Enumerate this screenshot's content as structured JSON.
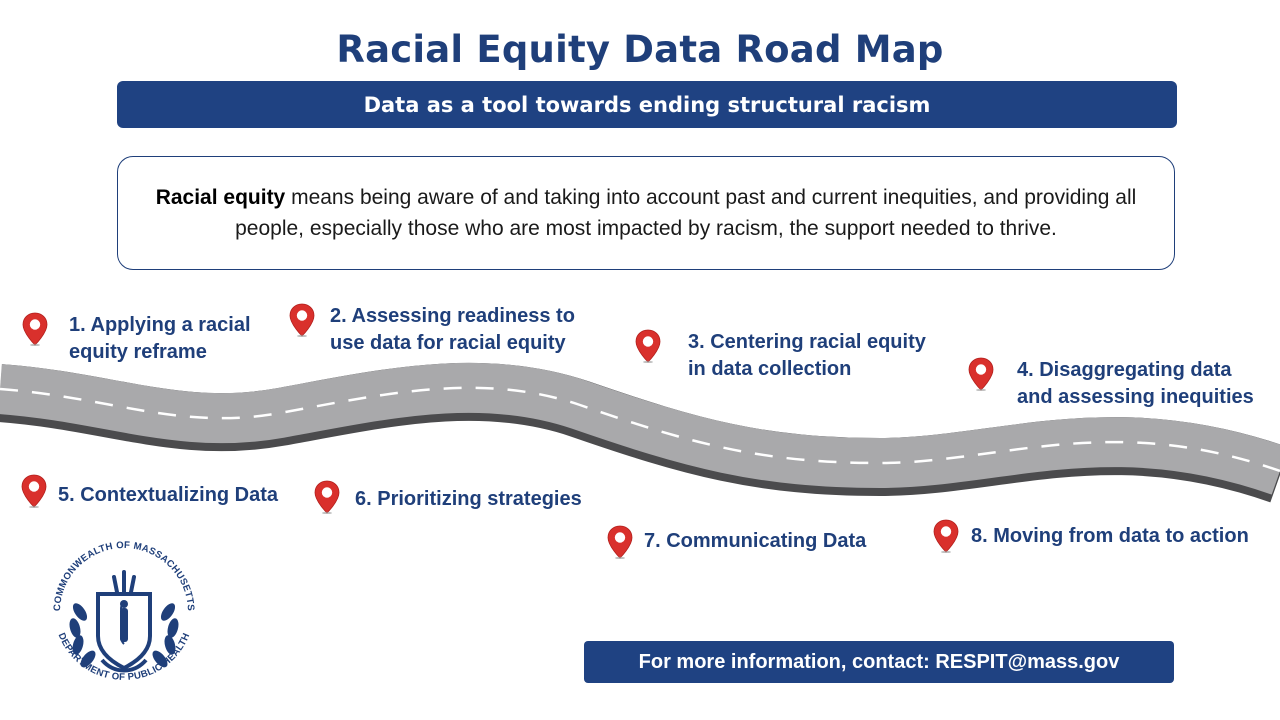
{
  "header": {
    "title": "Racial Equity Data Road Map",
    "subtitle": "Data as a tool towards ending structural racism"
  },
  "definition": {
    "term": "Racial equity",
    "text": " means being aware of and taking into account past and current inequities, and providing all people, especially those who are most impacted by racism, the support needed to thrive."
  },
  "steps": [
    {
      "line1": "1. Applying a racial",
      "line2": "equity reframe"
    },
    {
      "line1": "2. Assessing readiness to",
      "line2": "use data for racial equity"
    },
    {
      "line1": "3. Centering racial equity",
      "line2": "in data collection"
    },
    {
      "line1": "4. Disaggregating data",
      "line2": "and assessing inequities"
    },
    {
      "line1": "5. Contextualizing Data"
    },
    {
      "line1": "6. Prioritizing strategies"
    },
    {
      "line1": "7. Communicating Data"
    },
    {
      "line1": "8. Moving from data to action"
    }
  ],
  "seal": {
    "top_text": "COMMONWEALTH OF MASSACHUSETTS",
    "bottom_text": "DEPARTMENT OF PUBLIC HEALTH"
  },
  "contact": {
    "text": "For more information, contact: RESPIT@mass.gov"
  },
  "colors": {
    "brand_navy": "#1f4282",
    "title_navy": "#1f3f7a",
    "pin_red": "#d9302c",
    "road_gray": "#a7a7a9"
  },
  "icons": [
    "map-pin-icon",
    "road-illustration",
    "massachusetts-dph-seal"
  ]
}
